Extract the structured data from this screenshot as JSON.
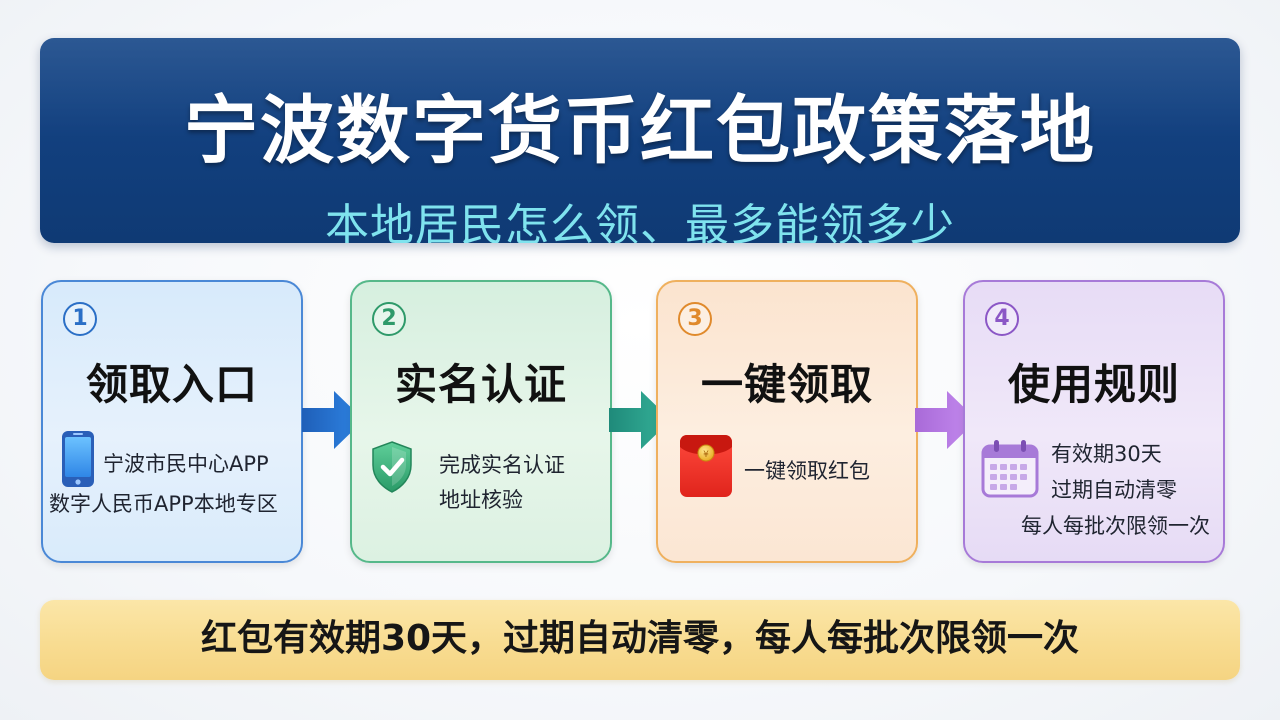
{
  "header": {
    "title": "宁波数字货币红包政策落地",
    "subtitle": "本地居民怎么领、最多能领多少"
  },
  "steps": [
    {
      "number": "1",
      "title": "领取入口",
      "icon": "phone-icon",
      "lines": [
        "宁波市民中心APP",
        "数字人民币APP本地专区"
      ]
    },
    {
      "number": "2",
      "title": "实名认证",
      "icon": "shield-check-icon",
      "lines": [
        "完成实名认证",
        "地址核验"
      ]
    },
    {
      "number": "3",
      "title": "一键领取",
      "icon": "red-envelope-icon",
      "lines": [
        "一键领取红包"
      ]
    },
    {
      "number": "4",
      "title": "使用规则",
      "icon": "calendar-icon",
      "lines": [
        "有效期30天",
        "过期自动清零",
        "每人每批次限领一次"
      ]
    }
  ],
  "arrows": [
    "arrow-right-icon",
    "arrow-right-icon",
    "arrow-right-icon"
  ],
  "footer": {
    "text": "红包有效期30天，过期自动清零，每人每批次限领一次"
  },
  "colors": {
    "header_bg": "#12407f",
    "subtitle": "#7fe3ee",
    "step1_accent": "#2b6fc6",
    "step2_accent": "#2f9a6a",
    "step3_accent": "#e08a2c",
    "step4_accent": "#8b57c6",
    "footer_bg": "#f8dc91"
  }
}
